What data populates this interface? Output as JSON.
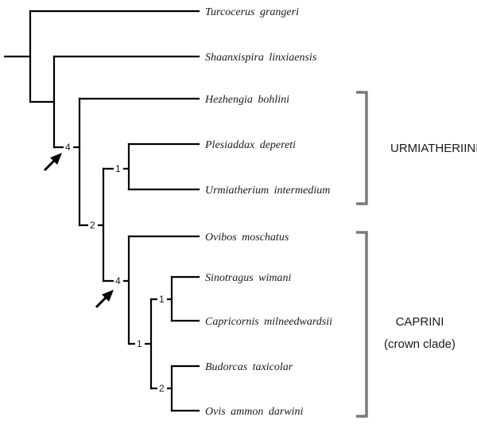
{
  "tree": {
    "taxa": [
      {
        "id": "t1",
        "name": "Turcocerus  grangeri"
      },
      {
        "id": "t2",
        "name": "Shaanxispira  linxiaensis"
      },
      {
        "id": "t3",
        "name": "Hezhengia  bohlini"
      },
      {
        "id": "t4",
        "name": "Plesiaddax  depereti"
      },
      {
        "id": "t5",
        "name": "Urmiatherium  intermedium"
      },
      {
        "id": "t6",
        "name": "Ovibos  moschatus"
      },
      {
        "id": "t7",
        "name": "Sinotragus  wimani"
      },
      {
        "id": "t8",
        "name": "Capricornis  milneedwardsii"
      },
      {
        "id": "t9",
        "name": "Budorcas  taxicolar"
      },
      {
        "id": "t10",
        "name": "Ovis  ammon  darwini"
      }
    ],
    "support_values": [
      {
        "id": "n_hez",
        "value": "4"
      },
      {
        "id": "n_urm",
        "value": "1"
      },
      {
        "id": "n_core",
        "value": "2"
      },
      {
        "id": "n_cap",
        "value": "4"
      },
      {
        "id": "n_sc",
        "value": "1"
      },
      {
        "id": "n_rest",
        "value": "1"
      },
      {
        "id": "n_bo",
        "value": "2"
      }
    ],
    "clades": [
      {
        "id": "urm",
        "label": "URMIATHERIINI"
      },
      {
        "id": "cap",
        "label": "CAPRINI",
        "sublabel": "(crown clade)"
      }
    ],
    "arrows": [
      {
        "id": "arrow-1",
        "points_to": "n_hez"
      },
      {
        "id": "arrow-2",
        "points_to": "n_cap"
      }
    ]
  }
}
